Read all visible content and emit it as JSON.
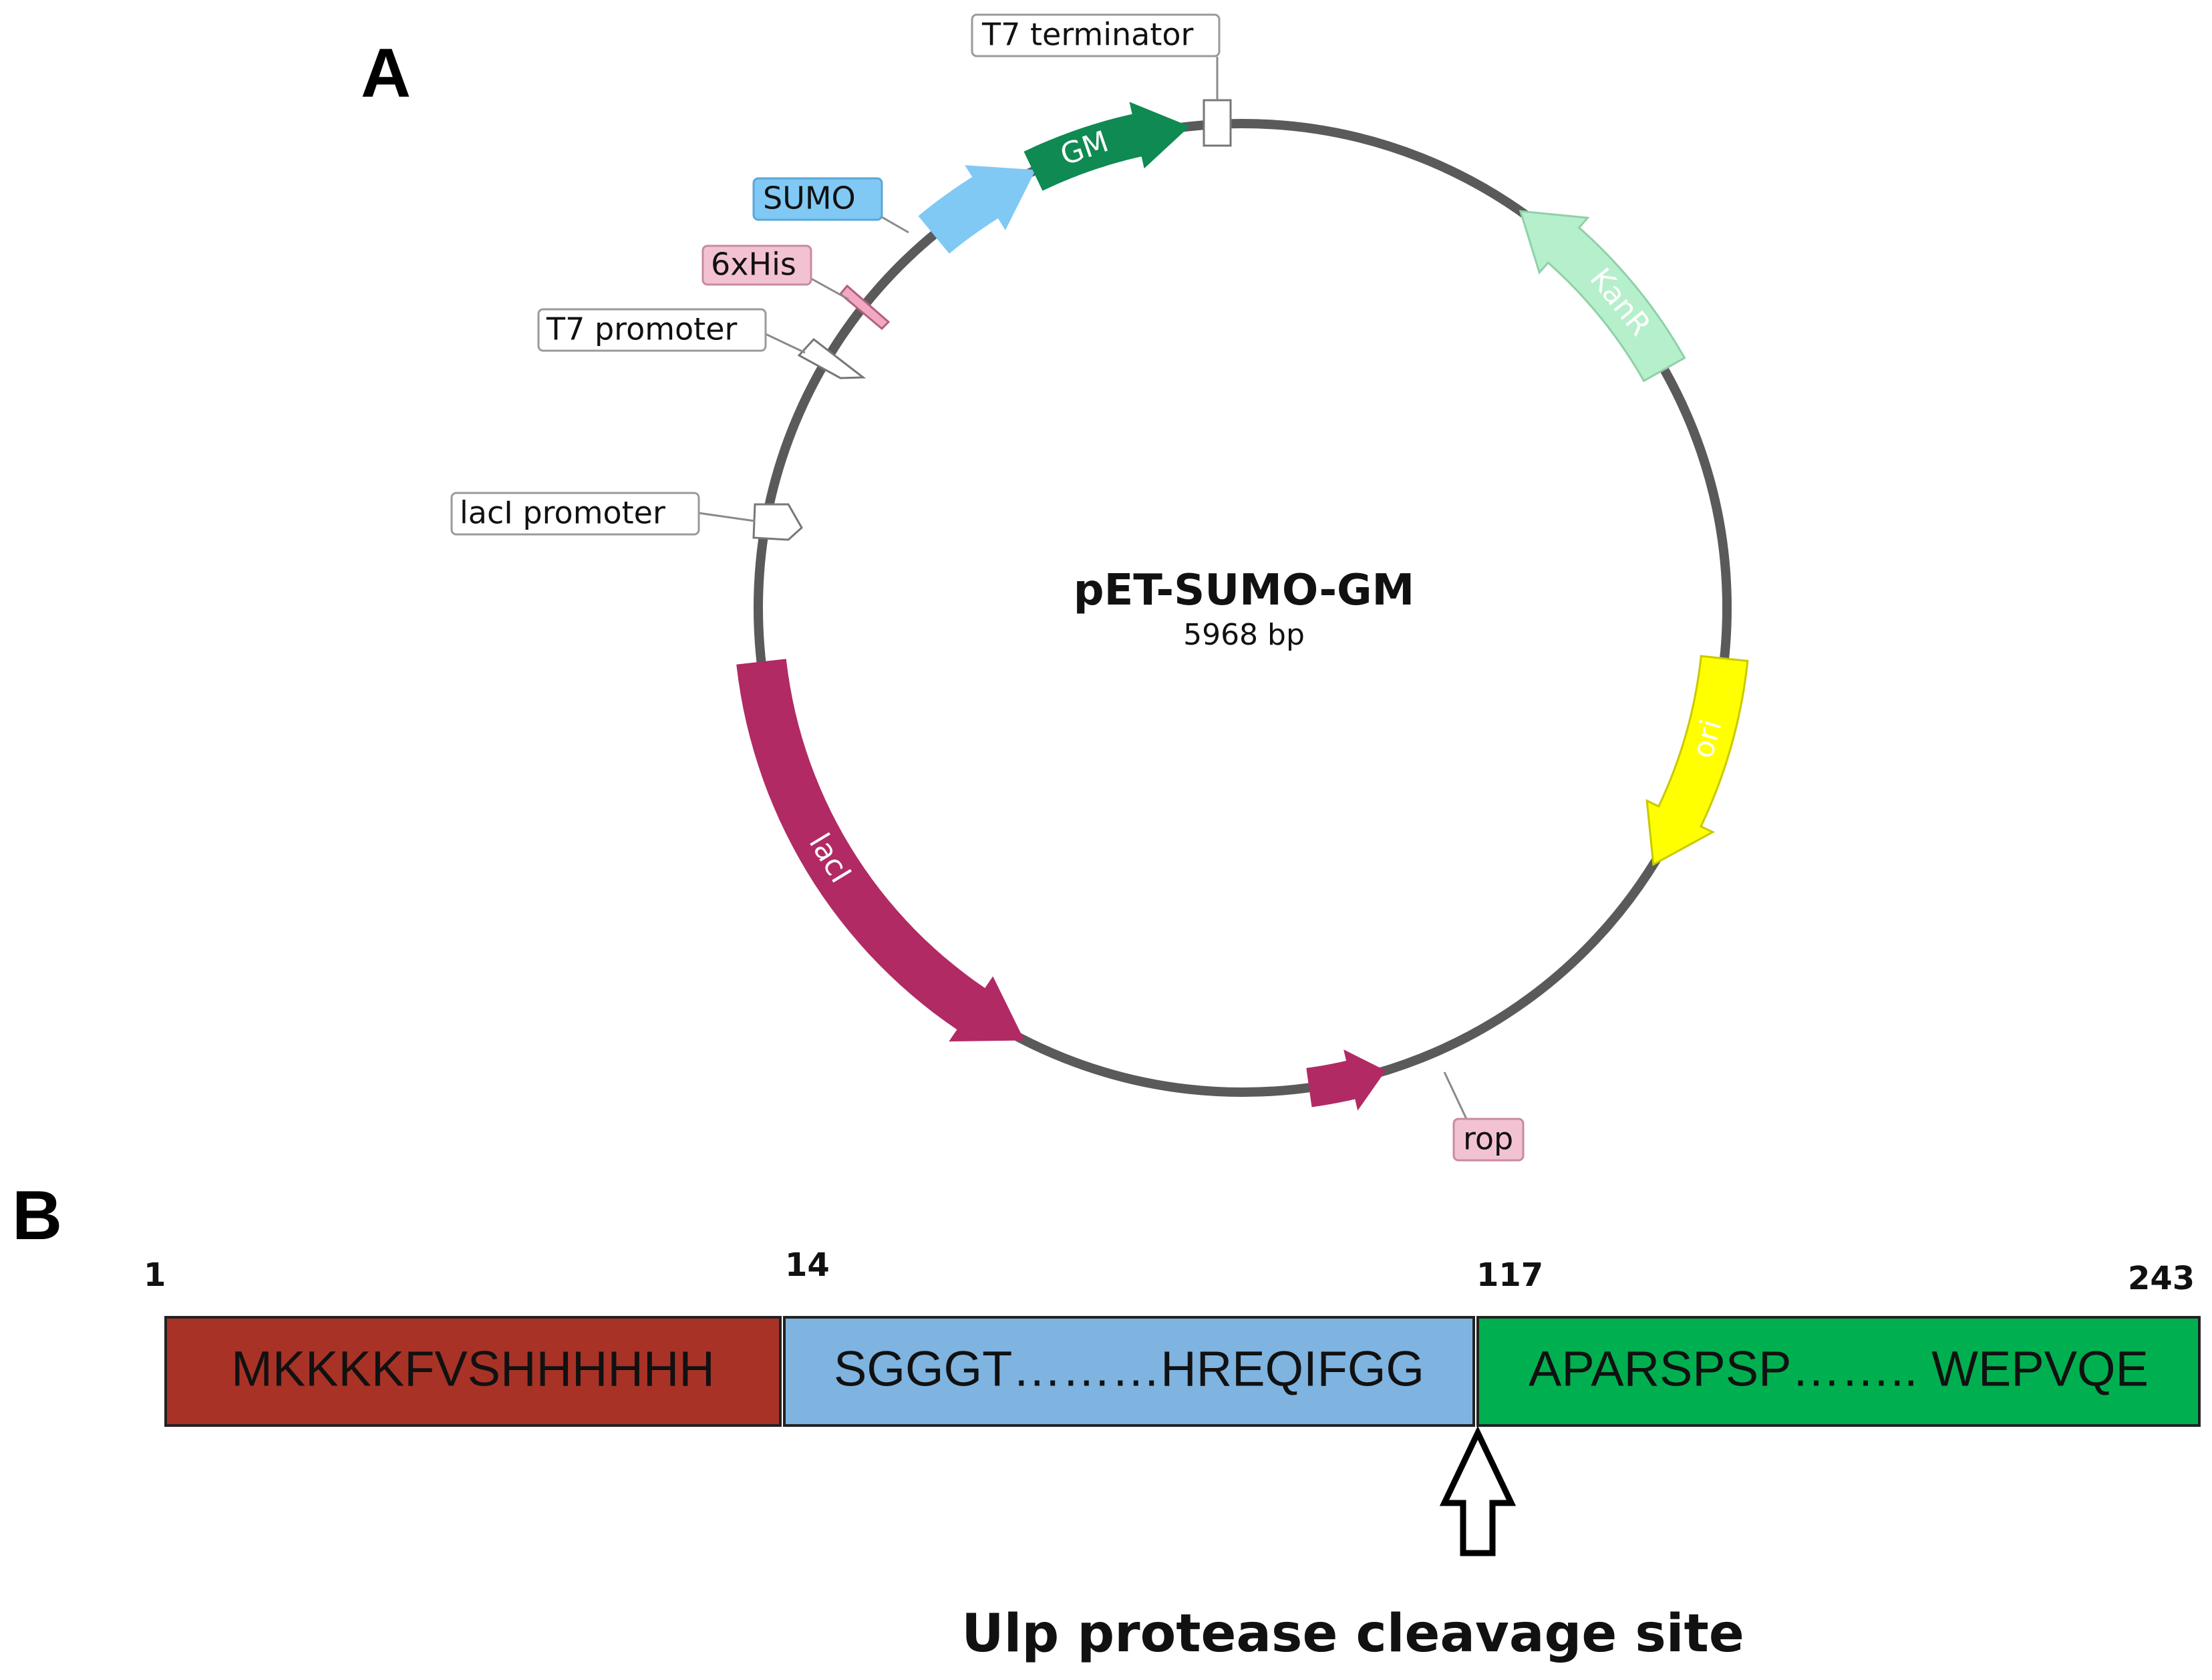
{
  "panel_a": {
    "letter": "A",
    "plasmid_name": "pET-SUMO-GM",
    "plasmid_size": "5968 bp",
    "features": [
      {
        "id": "gm",
        "label": "GM",
        "color": "#0e8a52",
        "text_color": "#ffffff"
      },
      {
        "id": "sumo",
        "label": "SUMO",
        "color": "#80c9f4",
        "text_color": "#111111"
      },
      {
        "id": "kanr",
        "label": "KanR",
        "color": "#b6efcb",
        "text_color": "#111111"
      },
      {
        "id": "ori",
        "label": "ori",
        "color": "#ffff00",
        "text_color": "#111111"
      },
      {
        "id": "laci",
        "label": "lacI",
        "color": "#b12a64",
        "text_color": "#ffffff"
      },
      {
        "id": "rop",
        "label": "rop",
        "color": "#b12a64",
        "text_color": "#111111"
      }
    ],
    "callouts": {
      "t7_terminator": "T7 terminator",
      "sumo": "SUMO",
      "his6": "6xHis",
      "t7_promoter": "T7 promoter",
      "laci_promoter": "lacI promoter",
      "rop": "rop"
    },
    "callout_colors": {
      "plain": "#ffffff",
      "sumo": "#80c9f4",
      "his6": "#f2c2d3",
      "rop": "#f2c2d3"
    }
  },
  "panel_b": {
    "letter": "B",
    "positions": {
      "p1": "1",
      "p14": "14",
      "p117": "117",
      "p243": "243"
    },
    "segments": [
      {
        "id": "his-tag",
        "text": "MKKKKFVSHHHHHH",
        "color": "#a93226"
      },
      {
        "id": "sumo",
        "text": "SGGGT………HREQIFGG",
        "color": "#7fb3e0"
      },
      {
        "id": "gm",
        "text": "APARSPSP…….. WEPVQE",
        "color": "#00b050"
      }
    ],
    "cleavage_label": "Ulp protease cleavage site"
  }
}
